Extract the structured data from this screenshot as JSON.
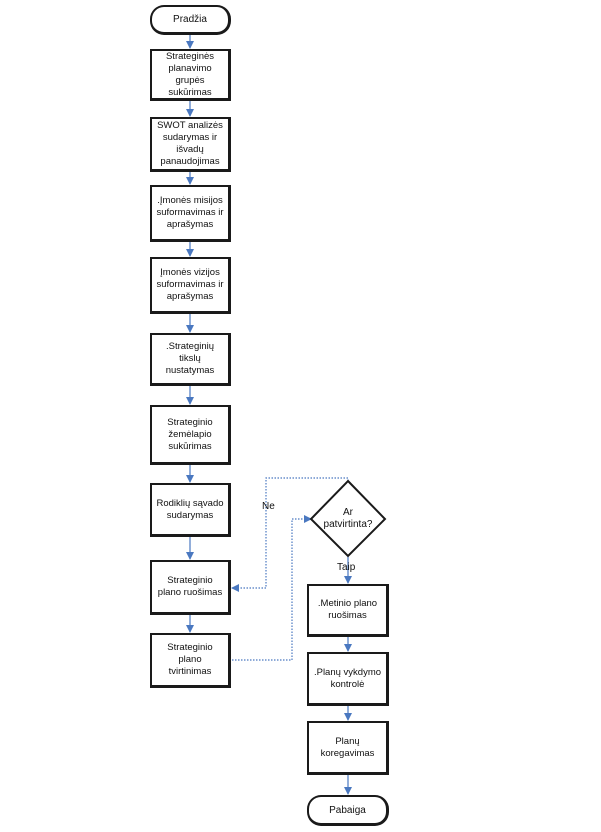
{
  "start": "Pradžia",
  "steps": [
    "Strateginės planavimo grupės sukūrimas",
    "SWOT analizės sudarymas ir išvadų panaudojimas",
    ".Įmonės misijos suformavimas ir aprašymas",
    "Įmonės vizijos suformavimas ir aprašymas",
    ".Strateginių tikslų nustatymas",
    "Strateginio žemėlapio sukūrimas",
    "Rodiklių sąvado sudarymas",
    "Strateginio plano ruošimas",
    "Strateginio plano tvirtinimas"
  ],
  "decision": "Ar patvirtinta?",
  "no_label": "Ne",
  "yes_label": "Taip",
  "right_steps": [
    ".Metinio plano ruošimas",
    ".Planų vykdymo kontrolė",
    "Planų koregavimas"
  ],
  "end": "Pabaiga",
  "colors": {
    "arrow": "#4a78c0",
    "border": "#1a1a1a"
  }
}
